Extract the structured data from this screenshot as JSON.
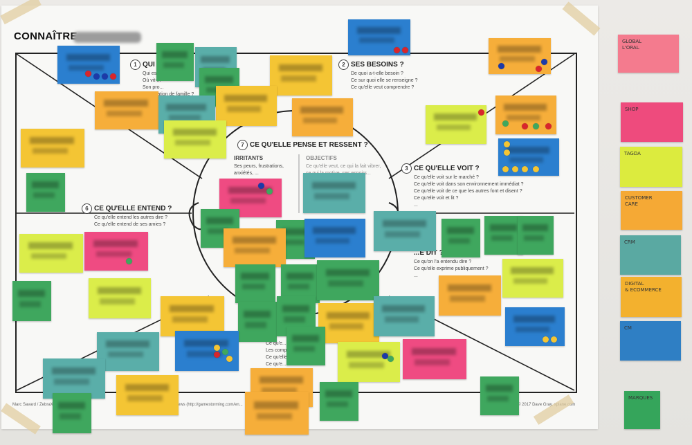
{
  "poster": {
    "title": "CONNAÎTRE",
    "sections": {
      "s1": {
        "num": "1",
        "heading": "QUI ?",
        "lines": [
          "Qui est...",
          "Où vit-...",
          "Son pro...",
          "Sa situation de famille ?"
        ]
      },
      "s2": {
        "num": "2",
        "heading": "SES BESOINS ?",
        "lines": [
          "De quoi a-t-elle besoin ?",
          "Ce sur quoi elle se renseigne ?",
          "Ce qu'elle veut comprendre ?"
        ]
      },
      "s3": {
        "num": "3",
        "heading": "CE QU'ELLE VOIT ?",
        "lines": [
          "Ce qu'elle voit sur le marché ?",
          "Ce qu'elle voit dans son environnement immédiat ?",
          "Ce qu'elle voit de ce que les autres font et disent ?",
          "Ce qu'elle voit et lit ?",
          "..."
        ]
      },
      "s4": {
        "heading": "...E DIT ?",
        "lines": [
          "Ce qu'on l'a entendu dire ?",
          "Ce qu'elle exprime publiquement ?",
          "..."
        ]
      },
      "s6": {
        "num": "6",
        "heading": "CE QU'ELLE ENTEND ?",
        "lines": [
          "Ce qu'elle entend les autres dire ?",
          "Ce qu'elle entend de ses amies ?",
          "..."
        ]
      },
      "s7": {
        "num": "7",
        "heading": "CE QU'ELLE PENSE ET RESSENT ?",
        "irritants": "IRRITANTS",
        "irritants_lines": [
          "Ses peurs, frustrations,",
          "anxiétés, ..."
        ],
        "objectifs": "OBJECTIFS",
        "objectifs_lines": [
          "Ce qu'elle veut, ce qui la fait vibrer,",
          "ce qui la motive, ses espoirs..."
        ]
      },
      "s5": {
        "lines": [
          "Ce qu'e...",
          "Les compo...",
          "Ce qu'elle...",
          "Ce qu'e..."
        ]
      }
    },
    "footer_left": "Marc Savard / ZebraX ... al FR - Based ...",
    "footer_mid": "...ews (http://gamestorming.com/en...",
    "footer_right": "© 2017 Dave Gray, xplane.com"
  },
  "legend": [
    {
      "label": "GLOBAL\nL'ORAL",
      "color": "#f47b8e"
    },
    {
      "label": "SHOP",
      "color": "#ee4b7d"
    },
    {
      "label": "TAGDA",
      "color": "#dceb3e"
    },
    {
      "label": "CUSTOMER\nCARE",
      "color": "#f5a935"
    },
    {
      "label": "CRM",
      "color": "#5aa9a2"
    },
    {
      "label": "DIGITAL\n& ECOMMERCE",
      "color": "#f3b12e"
    },
    {
      "label": "CM",
      "color": "#2f7fc4"
    },
    {
      "label": "MARQUES",
      "color": "#35a55b"
    }
  ],
  "colors": {
    "blue": "#2b7fcf",
    "green": "#3fa75e",
    "orange": "#f6ae3a",
    "yellow": "#f4c534",
    "lime": "#dbed4a",
    "pink": "#ef4b82",
    "teal": "#5aaea9",
    "red": "#d8262c",
    "navy": "#1c3aa8"
  }
}
